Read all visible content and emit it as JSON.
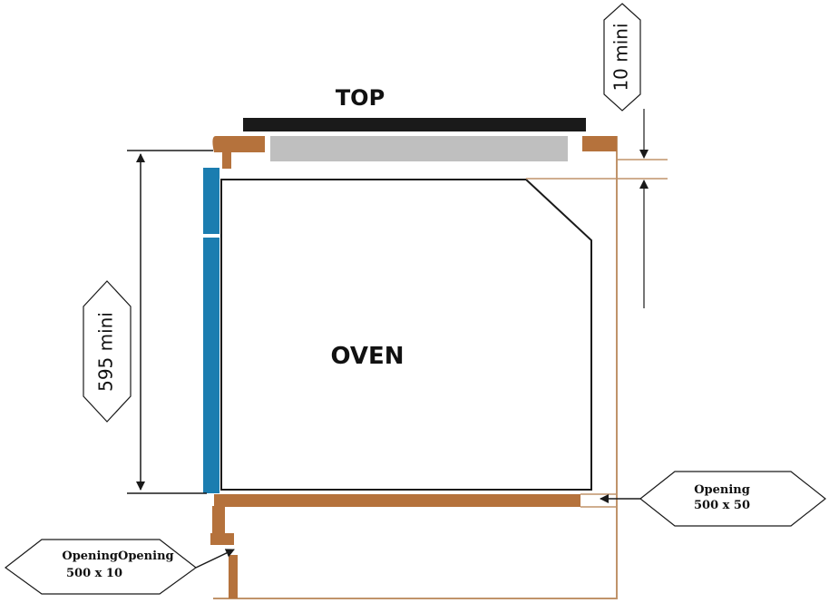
{
  "labels": {
    "top": "TOP",
    "oven": "OVEN",
    "height_dim": "595 mini",
    "gap_dim": "10 mini",
    "opening_right_line1": "Opening",
    "opening_right_line2": "500 x 50",
    "opening_left_line1": "OpeningOpening",
    "opening_left_line2": "500 x 10"
  },
  "colors": {
    "worktop": "#1a1a1a",
    "cabinet_wood": "#b5723c",
    "cabinet_outline": "#c0936a",
    "hob_unit": "#bfbfbf",
    "oven_door": "#1b7db0",
    "line": "#1a1a1a"
  }
}
